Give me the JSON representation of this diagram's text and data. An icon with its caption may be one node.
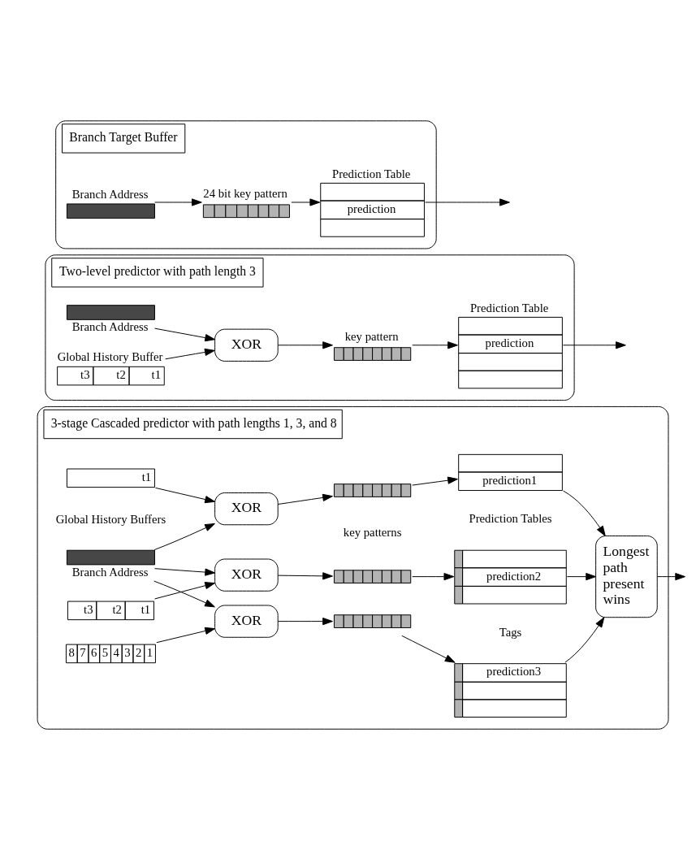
{
  "diagram": {
    "nodes": [
      {
        "text": [
          "Branch Target Buffer"
        ]
      },
      {
        "text": [],
        "shape": "bar",
        "beside": [
          "Branch Address"
        ],
        "in": 0
      },
      {
        "text": [],
        "shape": "bar",
        "beside": [
          "24 bit key pattern"
        ],
        "in": 0
      },
      {
        "text": [
          "Prediction Table",
          "prediction"
        ],
        "in": 0
      },
      {
        "text": [
          "Two-level predictor with path length 3"
        ]
      },
      {
        "text": [
          "Global History Buffer",
          "t3",
          "t2",
          "t1"
        ],
        "in": 4
      },
      {
        "text": [],
        "shape": "bar",
        "beside": [
          "Branch Address"
        ],
        "in": 4
      },
      {
        "text": [
          "XOR"
        ],
        "in": 4
      },
      {
        "text": [],
        "shape": "bar",
        "beside": [
          "key pattern"
        ],
        "in": 4
      },
      {
        "text": [
          "Prediction Table",
          "prediction"
        ],
        "in": 4
      },
      {
        "text": [
          "3-stage Cascaded predictor with path lengths 1, 3, and 8"
        ]
      },
      {
        "text": [
          "t1"
        ],
        "in": 10
      },
      {
        "text": [
          "t3",
          "t2",
          "t1"
        ],
        "in": 10
      },
      {
        "text": [
          "8",
          "7",
          "6",
          "5",
          "4",
          "3",
          "2",
          "1"
        ],
        "in": 10
      },
      {
        "text": [],
        "shape": "bar",
        "beside": [
          "Branch Address"
        ],
        "in": 10
      },
      {
        "text": [
          "XOR"
        ],
        "in": 10
      },
      {
        "text": [
          "XOR"
        ],
        "in": 10
      },
      {
        "text": [
          "XOR"
        ],
        "in": 10
      },
      {
        "text": [],
        "shape": "bar",
        "in": 10
      },
      {
        "text": [],
        "shape": "bar",
        "in": 10
      },
      {
        "text": [],
        "shape": "bar",
        "in": 10
      },
      {
        "text": [
          "prediction1"
        ],
        "in": 10
      },
      {
        "text": [
          "prediction2"
        ],
        "in": 10
      },
      {
        "text": [
          "prediction3"
        ],
        "in": 10
      },
      {
        "text": [
          "Longest path present wins"
        ],
        "in": 10
      }
    ],
    "edges": [
      {
        "from": 1,
        "to": 2,
        "arrow": "to"
      },
      {
        "from": 2,
        "to": 3,
        "arrow": "to"
      },
      {
        "from": 3,
        "to": null,
        "arrow": "to"
      },
      {
        "from": 5,
        "to": 7,
        "arrow": "to"
      },
      {
        "from": 6,
        "to": 7,
        "arrow": "to"
      },
      {
        "from": 7,
        "to": 8,
        "arrow": "to"
      },
      {
        "from": 8,
        "to": 9,
        "arrow": "to"
      },
      {
        "from": 9,
        "to": null,
        "arrow": "to"
      },
      {
        "from": 11,
        "to": 15,
        "arrow": "to"
      },
      {
        "from": 14,
        "to": 15,
        "arrow": "to"
      },
      {
        "from": 12,
        "to": 16,
        "arrow": "to"
      },
      {
        "from": 14,
        "to": 16,
        "arrow": "to"
      },
      {
        "from": 13,
        "to": 17,
        "arrow": "to"
      },
      {
        "from": 14,
        "to": 17,
        "arrow": "to"
      },
      {
        "from": 15,
        "to": 18,
        "arrow": "to"
      },
      {
        "from": 16,
        "to": 19,
        "arrow": "to"
      },
      {
        "from": 17,
        "to": 20,
        "arrow": "to"
      },
      {
        "from": 18,
        "to": 21,
        "arrow": "to"
      },
      {
        "from": 19,
        "to": 22,
        "arrow": "to"
      },
      {
        "from": 20,
        "to": 23,
        "arrow": "to"
      },
      {
        "from": 21,
        "to": 24,
        "arrow": "to"
      },
      {
        "from": 22,
        "to": 24,
        "arrow": "to"
      },
      {
        "from": 23,
        "to": 24,
        "arrow": "to"
      },
      {
        "from": 24,
        "to": null,
        "arrow": "to"
      }
    ],
    "labels": [
      "Global History Buffers",
      "key patterns",
      "Prediction Tables",
      "Tags"
    ]
  }
}
